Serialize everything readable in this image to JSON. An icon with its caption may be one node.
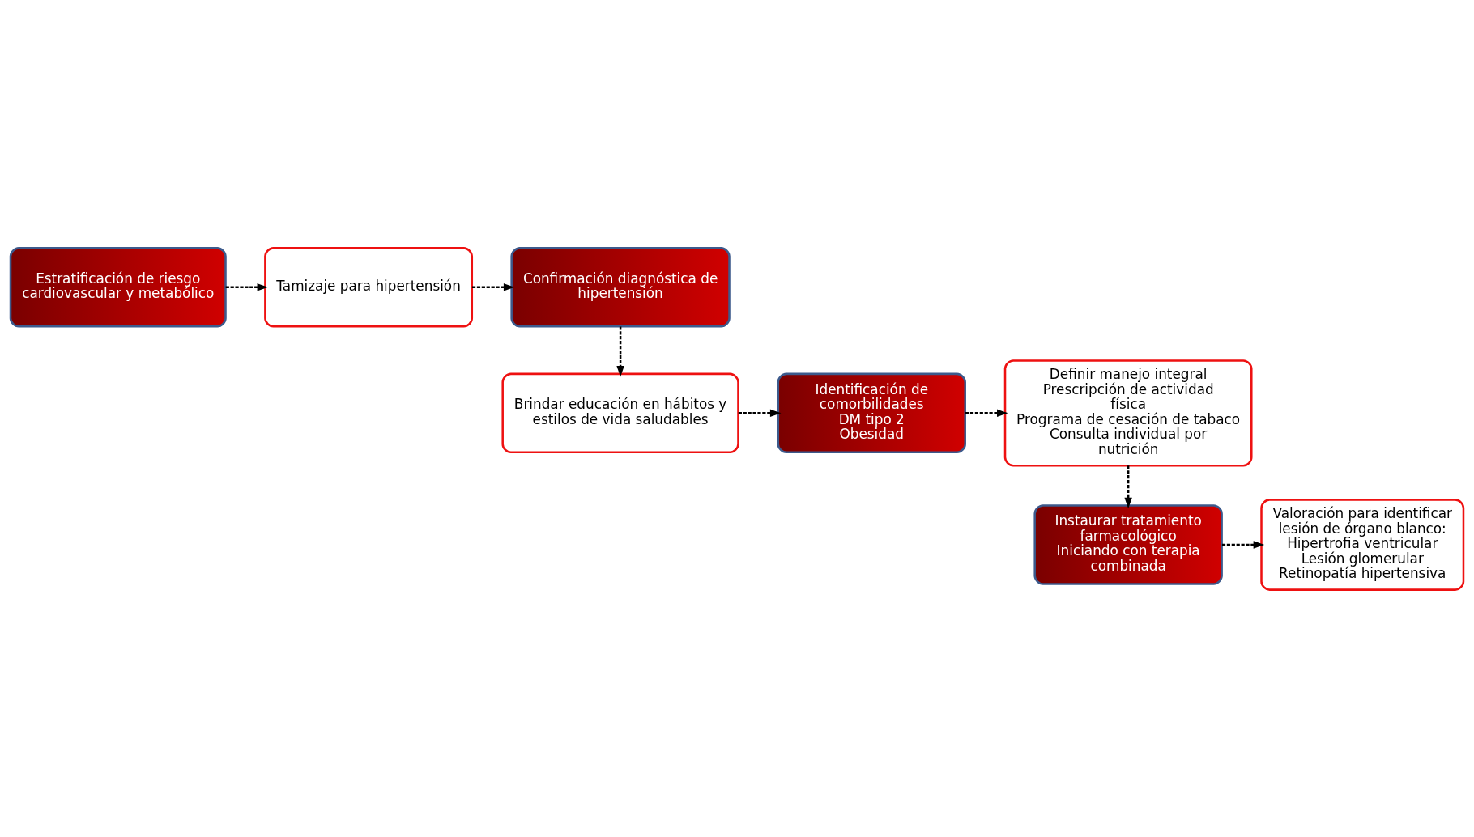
{
  "diagram": {
    "nodes": [
      {
        "text": [
          "Estratificación de riesgo cardiovascular y metabólico"
        ]
      },
      {
        "text": [
          "Tamizaje para hipertensión"
        ]
      },
      {
        "text": [
          "Confirmación diagnóstica de hipertensión"
        ]
      },
      {
        "text": [
          "Brindar educación en hábitos y estilos de vida saludables"
        ]
      },
      {
        "text": [
          "Identificación de comorbilidades",
          "DM tipo 2",
          "Obesidad"
        ]
      },
      {
        "text": [
          "Definir manejo integral",
          "Prescripción de actividad física",
          "Programa de cesación de tabaco",
          "Consulta individual por nutrición"
        ]
      },
      {
        "text": [
          "Instaurar tratamiento farmacológico",
          "Iniciando con terapia combinada"
        ]
      },
      {
        "text": [
          "Valoración para identificar lesión de órgano blanco:",
          "Hipertrofia ventricular",
          "Lesión glomerular",
          "Retinopatía hipertensiva"
        ]
      }
    ],
    "edges": [
      {
        "from": 0,
        "to": 1,
        "arrow": "to",
        "style": "dashed"
      },
      {
        "from": 1,
        "to": 2,
        "arrow": "to",
        "style": "dashed"
      },
      {
        "from": 2,
        "to": 3,
        "arrow": "to",
        "style": "dashed"
      },
      {
        "from": 3,
        "to": 4,
        "arrow": "to",
        "style": "dashed"
      },
      {
        "from": 4,
        "to": 5,
        "arrow": "to",
        "style": "dashed"
      },
      {
        "from": 5,
        "to": 6,
        "arrow": "to",
        "style": "dashed"
      },
      {
        "from": 6,
        "to": 7,
        "arrow": "to",
        "style": "dashed"
      }
    ]
  }
}
